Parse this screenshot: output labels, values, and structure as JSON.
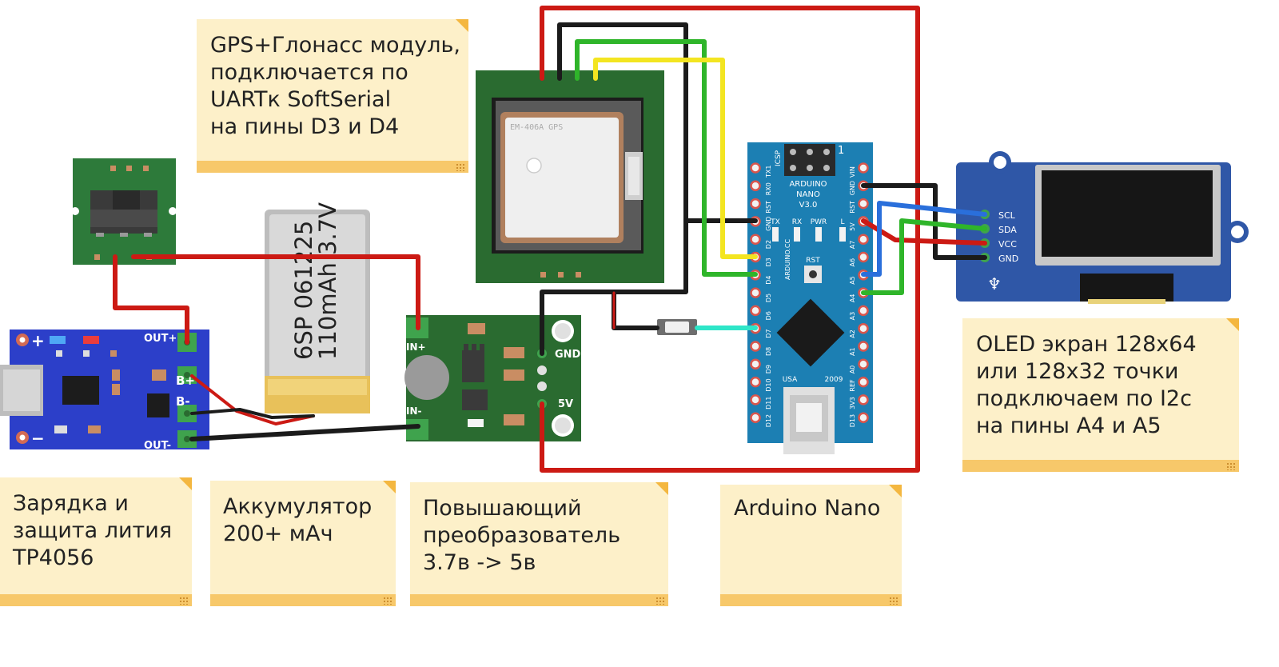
{
  "notes": {
    "gps": "GPS+Глонасс модуль,\nподключается по\nUARTк SoftSerial\nна пины D3 и D4",
    "charger": "Зарядка и\nзащита лития\nTP4056",
    "battery": "Аккумулятор\n200+ мАч",
    "booster": "Повышающий\nпреобразователь\n3.7в -> 5в",
    "nano": "Arduino Nano",
    "oled": "OLED экран 128х64\nили 128х32 точки\nподключаем по I2c\nна пины A4 и A5"
  },
  "battery": {
    "line1": "6SP 061225",
    "line2": "110mAh 3.7V"
  },
  "tp4056": {
    "out_plus": "OUT+",
    "b_plus": "B+",
    "b_minus": "B-",
    "out_minus": "OUT-",
    "plus": "+",
    "minus": "−"
  },
  "booster_pins": {
    "in_plus": "IN+",
    "in_minus": "IN-",
    "gnd": "GND",
    "v5": "5V"
  },
  "gps_chip": "EM-406A GPS",
  "nano_board": {
    "line1": "ARDUINO",
    "line2": "NANO",
    "line3": "V3.0",
    "icsp": "ICSP",
    "one": "1",
    "leds": [
      "TX",
      "RX",
      "PWR",
      "L"
    ],
    "rst": "RST",
    "usa": "USA",
    "year": "2009",
    "brand": "ARDUINO.CC",
    "left_pins": [
      "TX1",
      "RX0",
      "RST",
      "GND",
      "D2",
      "D3",
      "D4",
      "D5",
      "D6",
      "D7",
      "D8",
      "D9",
      "D10",
      "D11",
      "D12"
    ],
    "right_pins": [
      "VIN",
      "GND",
      "RST",
      "5V",
      "A7",
      "A6",
      "A5",
      "A4",
      "A3",
      "A2",
      "A1",
      "A0",
      "REF",
      "3V3",
      "D13"
    ]
  },
  "oled_pins": [
    "SCL",
    "SDA",
    "VCC",
    "GND"
  ],
  "colors": {
    "wire_red": "#cc1a14",
    "wire_black": "#1b1b1b",
    "wire_green": "#2fb52a",
    "wire_yellow": "#f3e521",
    "wire_blue": "#2a6fdb",
    "wire_cyan": "#2ee6c8",
    "note": "#fdf0c9",
    "note_bar": "#f7c86a"
  }
}
